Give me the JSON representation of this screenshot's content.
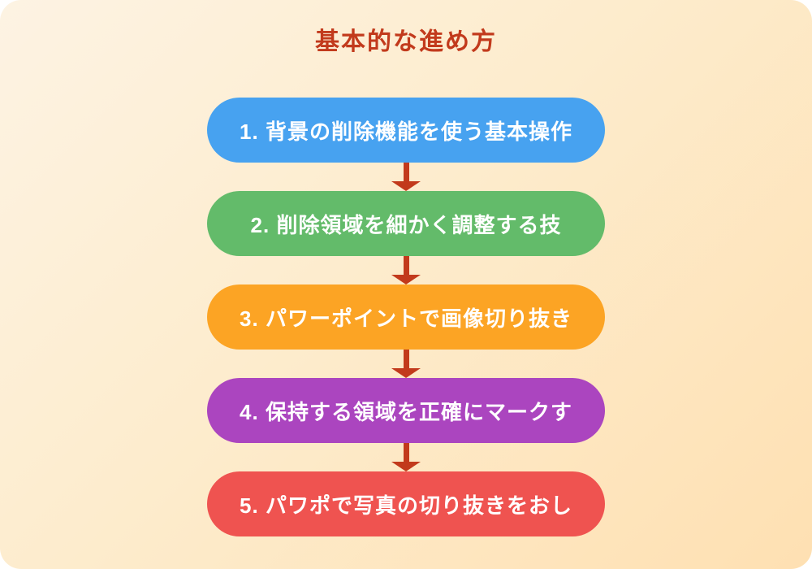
{
  "title": {
    "text": "基本的な進め方",
    "color": "#c23a1c"
  },
  "flow": {
    "arrow_color": "#c23a1c",
    "steps": [
      {
        "label": "1. 背景の削除機能を使う基本操作",
        "color": "#47a2f0"
      },
      {
        "label": "2. 削除領域を細かく調整する技",
        "color": "#63bb6a"
      },
      {
        "label": "3. パワーポイントで画像切り抜き",
        "color": "#fca424"
      },
      {
        "label": "4. 保持する領域を正確にマークす",
        "color": "#ab45bf"
      },
      {
        "label": "5. パワポで写真の切り抜きをおし",
        "color": "#ef5350"
      }
    ]
  }
}
